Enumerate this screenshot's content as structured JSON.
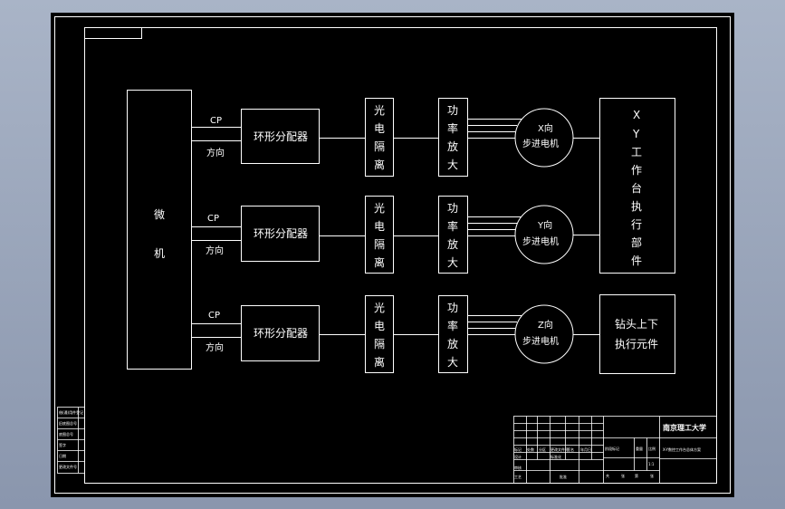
{
  "diagram": {
    "computer_label": [
      "微",
      "机"
    ],
    "signals": {
      "cp": "CP",
      "direction": "方向"
    },
    "distributor_label": "环形分配器",
    "isolator_label": [
      "光",
      "电",
      "隔",
      "离"
    ],
    "amplifier_label": [
      "功",
      "率",
      "放",
      "大"
    ],
    "motors": [
      {
        "top": "X向",
        "bottom": "步进电机"
      },
      {
        "top": "Y向",
        "bottom": "步进电机"
      },
      {
        "top": "Z向",
        "bottom": "步进电机"
      }
    ],
    "xy_table_label": [
      "X",
      "Y",
      "工",
      "作",
      "台",
      "执",
      "行",
      "部",
      "件"
    ],
    "drill_label": [
      "钻头上下",
      "执行元件"
    ]
  },
  "title_block": {
    "school": "南京理工大学",
    "drawing_title": "X-Y数控工作台总体方案",
    "cells": [
      "标记",
      "处数",
      "分区",
      "更改文件号",
      "签名",
      "年月日",
      "设计",
      "标准化",
      "阶段标记",
      "重量",
      "比例",
      "审核",
      "工艺",
      "批准",
      "共",
      "张",
      "第",
      "张",
      "1:1"
    ]
  },
  "side_block": {
    "rows": [
      "借(通)用件登记",
      "旧底图总号",
      "底图总号",
      "签字",
      "日期",
      "更改文件号"
    ]
  }
}
